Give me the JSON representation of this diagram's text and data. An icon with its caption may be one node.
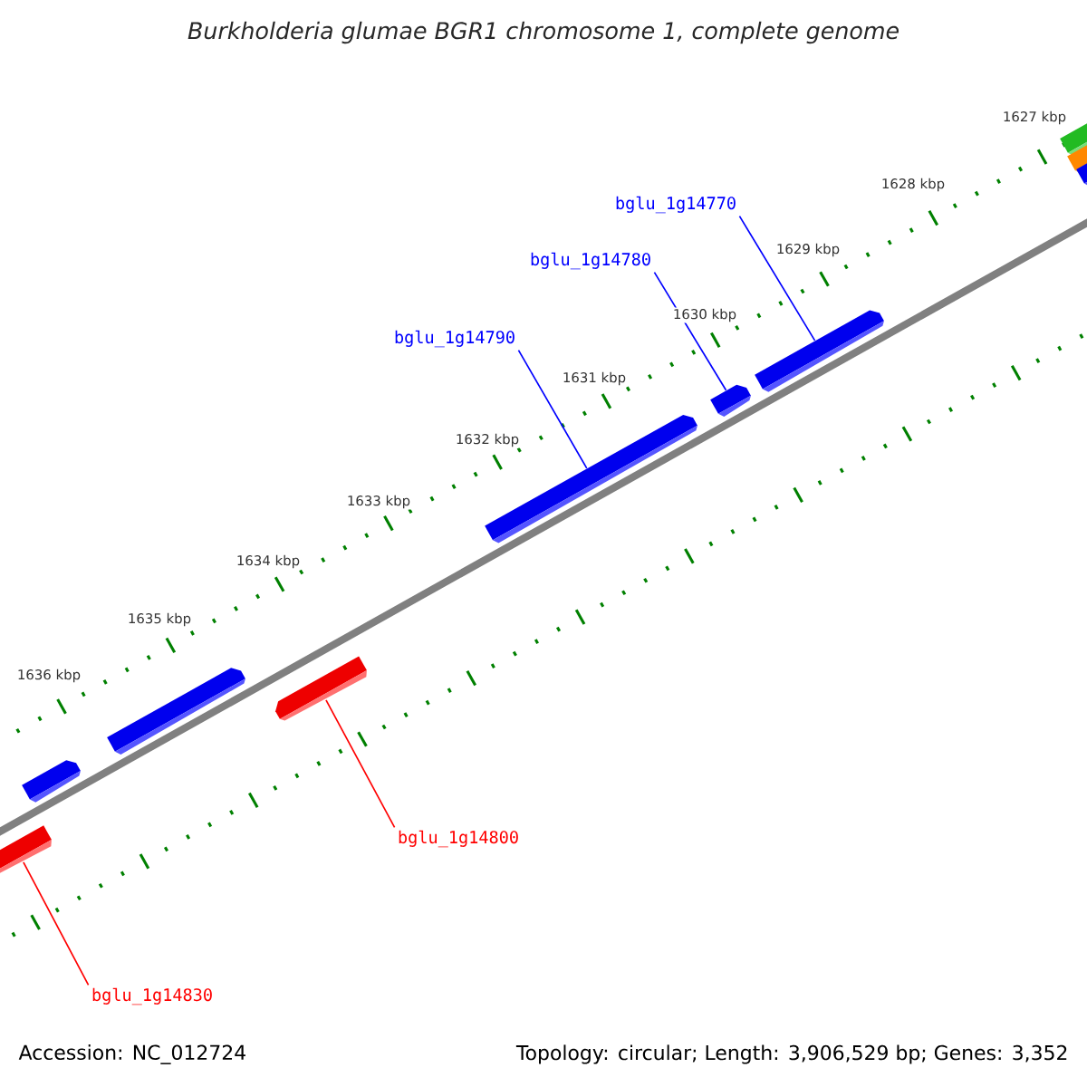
{
  "diagram": {
    "title": "*Burkholderia glumae* BGR1 chromosome 1, complete genome",
    "nodes": [
      {
        "text": [
          "bglu_1g14770"
        ]
      },
      {
        "text": [
          "bglu_1g14780"
        ]
      },
      {
        "text": [
          "bglu_1g14790"
        ]
      },
      {
        "text": [
          "bglu_1g14800"
        ]
      },
      {
        "text": [
          "bglu_1g14830"
        ]
      },
      {
        "text": [],
        "shape": "box"
      },
      {
        "text": [],
        "shape": "box"
      },
      {
        "text": [],
        "shape": "box"
      },
      {
        "text": [],
        "shape": "box"
      },
      {
        "text": [],
        "shape": "box"
      },
      {
        "text": [],
        "shape": "box"
      },
      {
        "text": [],
        "shape": "box"
      },
      {
        "text": [],
        "shape": "box"
      },
      {
        "text": [],
        "shape": "box"
      },
      {
        "text": [],
        "shape": "box"
      }
    ],
    "edges": [
      {
        "from": 0,
        "to": 11,
        "arrow": "none"
      },
      {
        "from": 1,
        "to": 10,
        "arrow": "none"
      },
      {
        "from": 2,
        "to": 9,
        "arrow": "none"
      },
      {
        "from": 3,
        "to": 8,
        "arrow": "none",
        "color": "#ff0000"
      },
      {
        "from": 4,
        "to": 5,
        "arrow": "none",
        "color": "#ff0000"
      }
    ],
    "labels": [
      "1627 kbp",
      "1628 kbp",
      "1629 kbp",
      "1630 kbp",
      "1631 kbp",
      "1632 kbp",
      "1633 kbp",
      "1634 kbp",
      "1635 kbp",
      "1636 kbp",
      "Accession: NC_012724",
      "Topology: circular; Length: 3,906,529 bp; Genes: 3,352"
    ]
  }
}
